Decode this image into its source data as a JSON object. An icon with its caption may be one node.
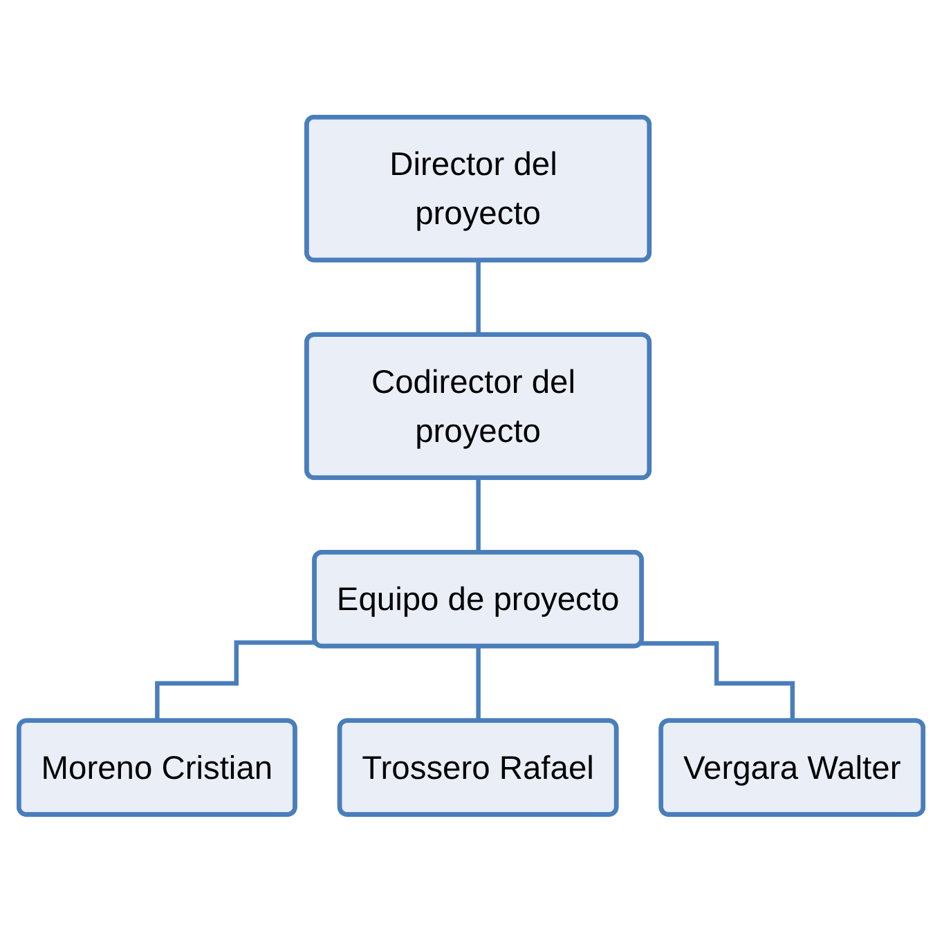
{
  "diagram": {
    "nodes": [
      {
        "text": [
          "Director del proyecto"
        ]
      },
      {
        "text": [
          "Codirector del proyecto"
        ]
      },
      {
        "text": [
          "Equipo de proyecto"
        ]
      },
      {
        "text": [
          "Moreno Cristian"
        ]
      },
      {
        "text": [
          "Trossero Rafael"
        ]
      },
      {
        "text": [
          "Vergara Walter"
        ]
      }
    ],
    "edges": [
      {
        "from": 0,
        "to": 1,
        "arrow": "none"
      },
      {
        "from": 1,
        "to": 2,
        "arrow": "none"
      },
      {
        "from": 2,
        "to": 3,
        "arrow": "none"
      },
      {
        "from": 2,
        "to": 4,
        "arrow": "none"
      },
      {
        "from": 2,
        "to": 5,
        "arrow": "none"
      }
    ]
  }
}
